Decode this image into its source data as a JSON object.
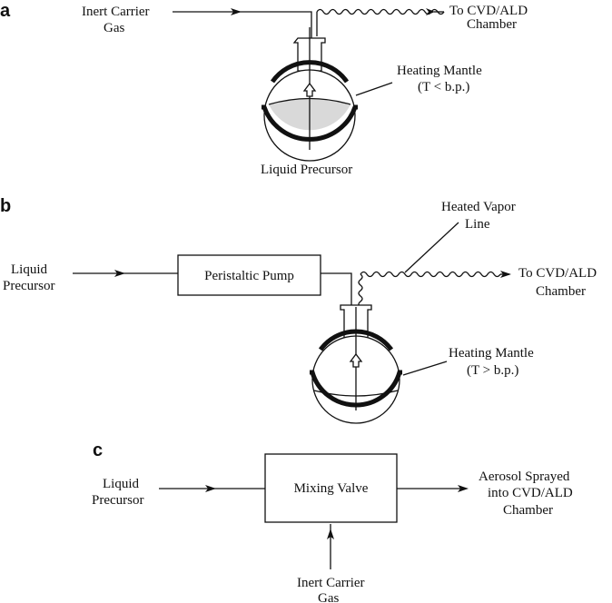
{
  "panels": {
    "a": {
      "letter": "a",
      "inlet_line1": "Inert Carrier",
      "inlet_line2": "Gas",
      "outlet_line1": "To CVD/ALD",
      "outlet_line2": "Chamber",
      "mantle_line1": "Heating Mantle",
      "mantle_line2": "(T < b.p.)",
      "flask_label": "Liquid Precursor"
    },
    "b": {
      "letter": "b",
      "inlet_line1": "Liquid",
      "inlet_line2": "Precursor",
      "pump_label": "Peristaltic Pump",
      "vapor_line1": "Heated Vapor",
      "vapor_line2": "Line",
      "outlet_line1": "To CVD/ALD",
      "outlet_line2": "Chamber",
      "mantle_line1": "Heating Mantle",
      "mantle_line2": "(T > b.p.)"
    },
    "c": {
      "letter": "c",
      "inlet_line1": "Liquid",
      "inlet_line2": "Precursor",
      "valve_label": "Mixing Valve",
      "outlet_line1": "Aerosol Sprayed",
      "outlet_line2": "into CVD/ALD",
      "outlet_line3": "Chamber",
      "gas_line1": "Inert Carrier",
      "gas_line2": "Gas"
    }
  }
}
